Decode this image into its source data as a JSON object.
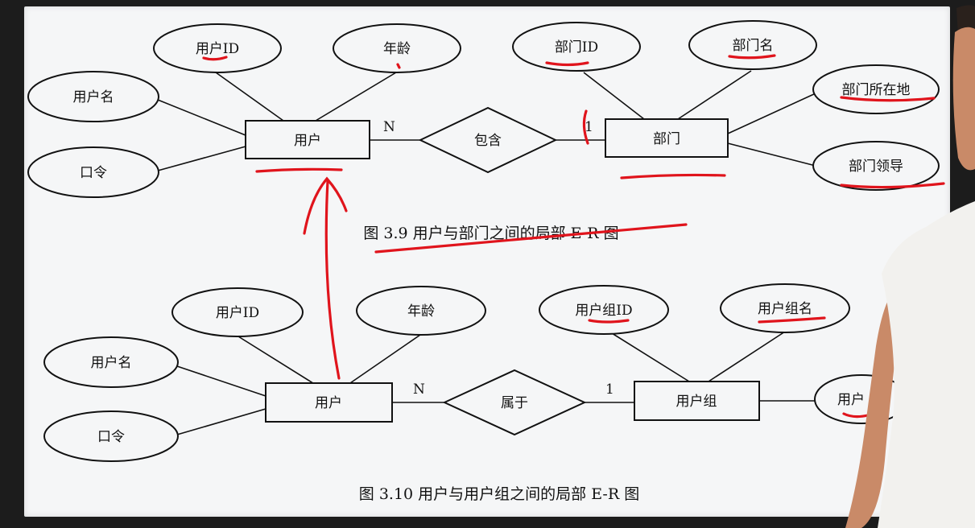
{
  "colors": {
    "screen": "#f5f6f7",
    "ink": "#111111",
    "annotation": "#e0141c",
    "bezel": "#1c1c1c"
  },
  "fig1": {
    "entity_user": "用户",
    "entity_dept": "部门",
    "relationship": "包含",
    "card_user": "N",
    "card_dept": "1",
    "attributes": {
      "user_id": "用户ID",
      "age": "年龄",
      "username": "用户名",
      "password": "口令",
      "dept_id": "部门ID",
      "dept_name": "部门名",
      "dept_location": "部门所在地",
      "dept_leader": "部门领导"
    },
    "caption": "图 3.9   用户与部门之间的局部 E-R 图"
  },
  "fig2": {
    "entity_user": "用户",
    "entity_group": "用户组",
    "relationship": "属于",
    "card_user": "N",
    "card_group": "1",
    "attributes": {
      "user_id": "用户ID",
      "age": "年龄",
      "username": "用户名",
      "password": "口令",
      "group_id": "用户组ID",
      "group_name": "用户组名",
      "group_partial": "用户"
    },
    "caption": "图 3.10   用户与用户组之间的局部 E-R 图"
  }
}
